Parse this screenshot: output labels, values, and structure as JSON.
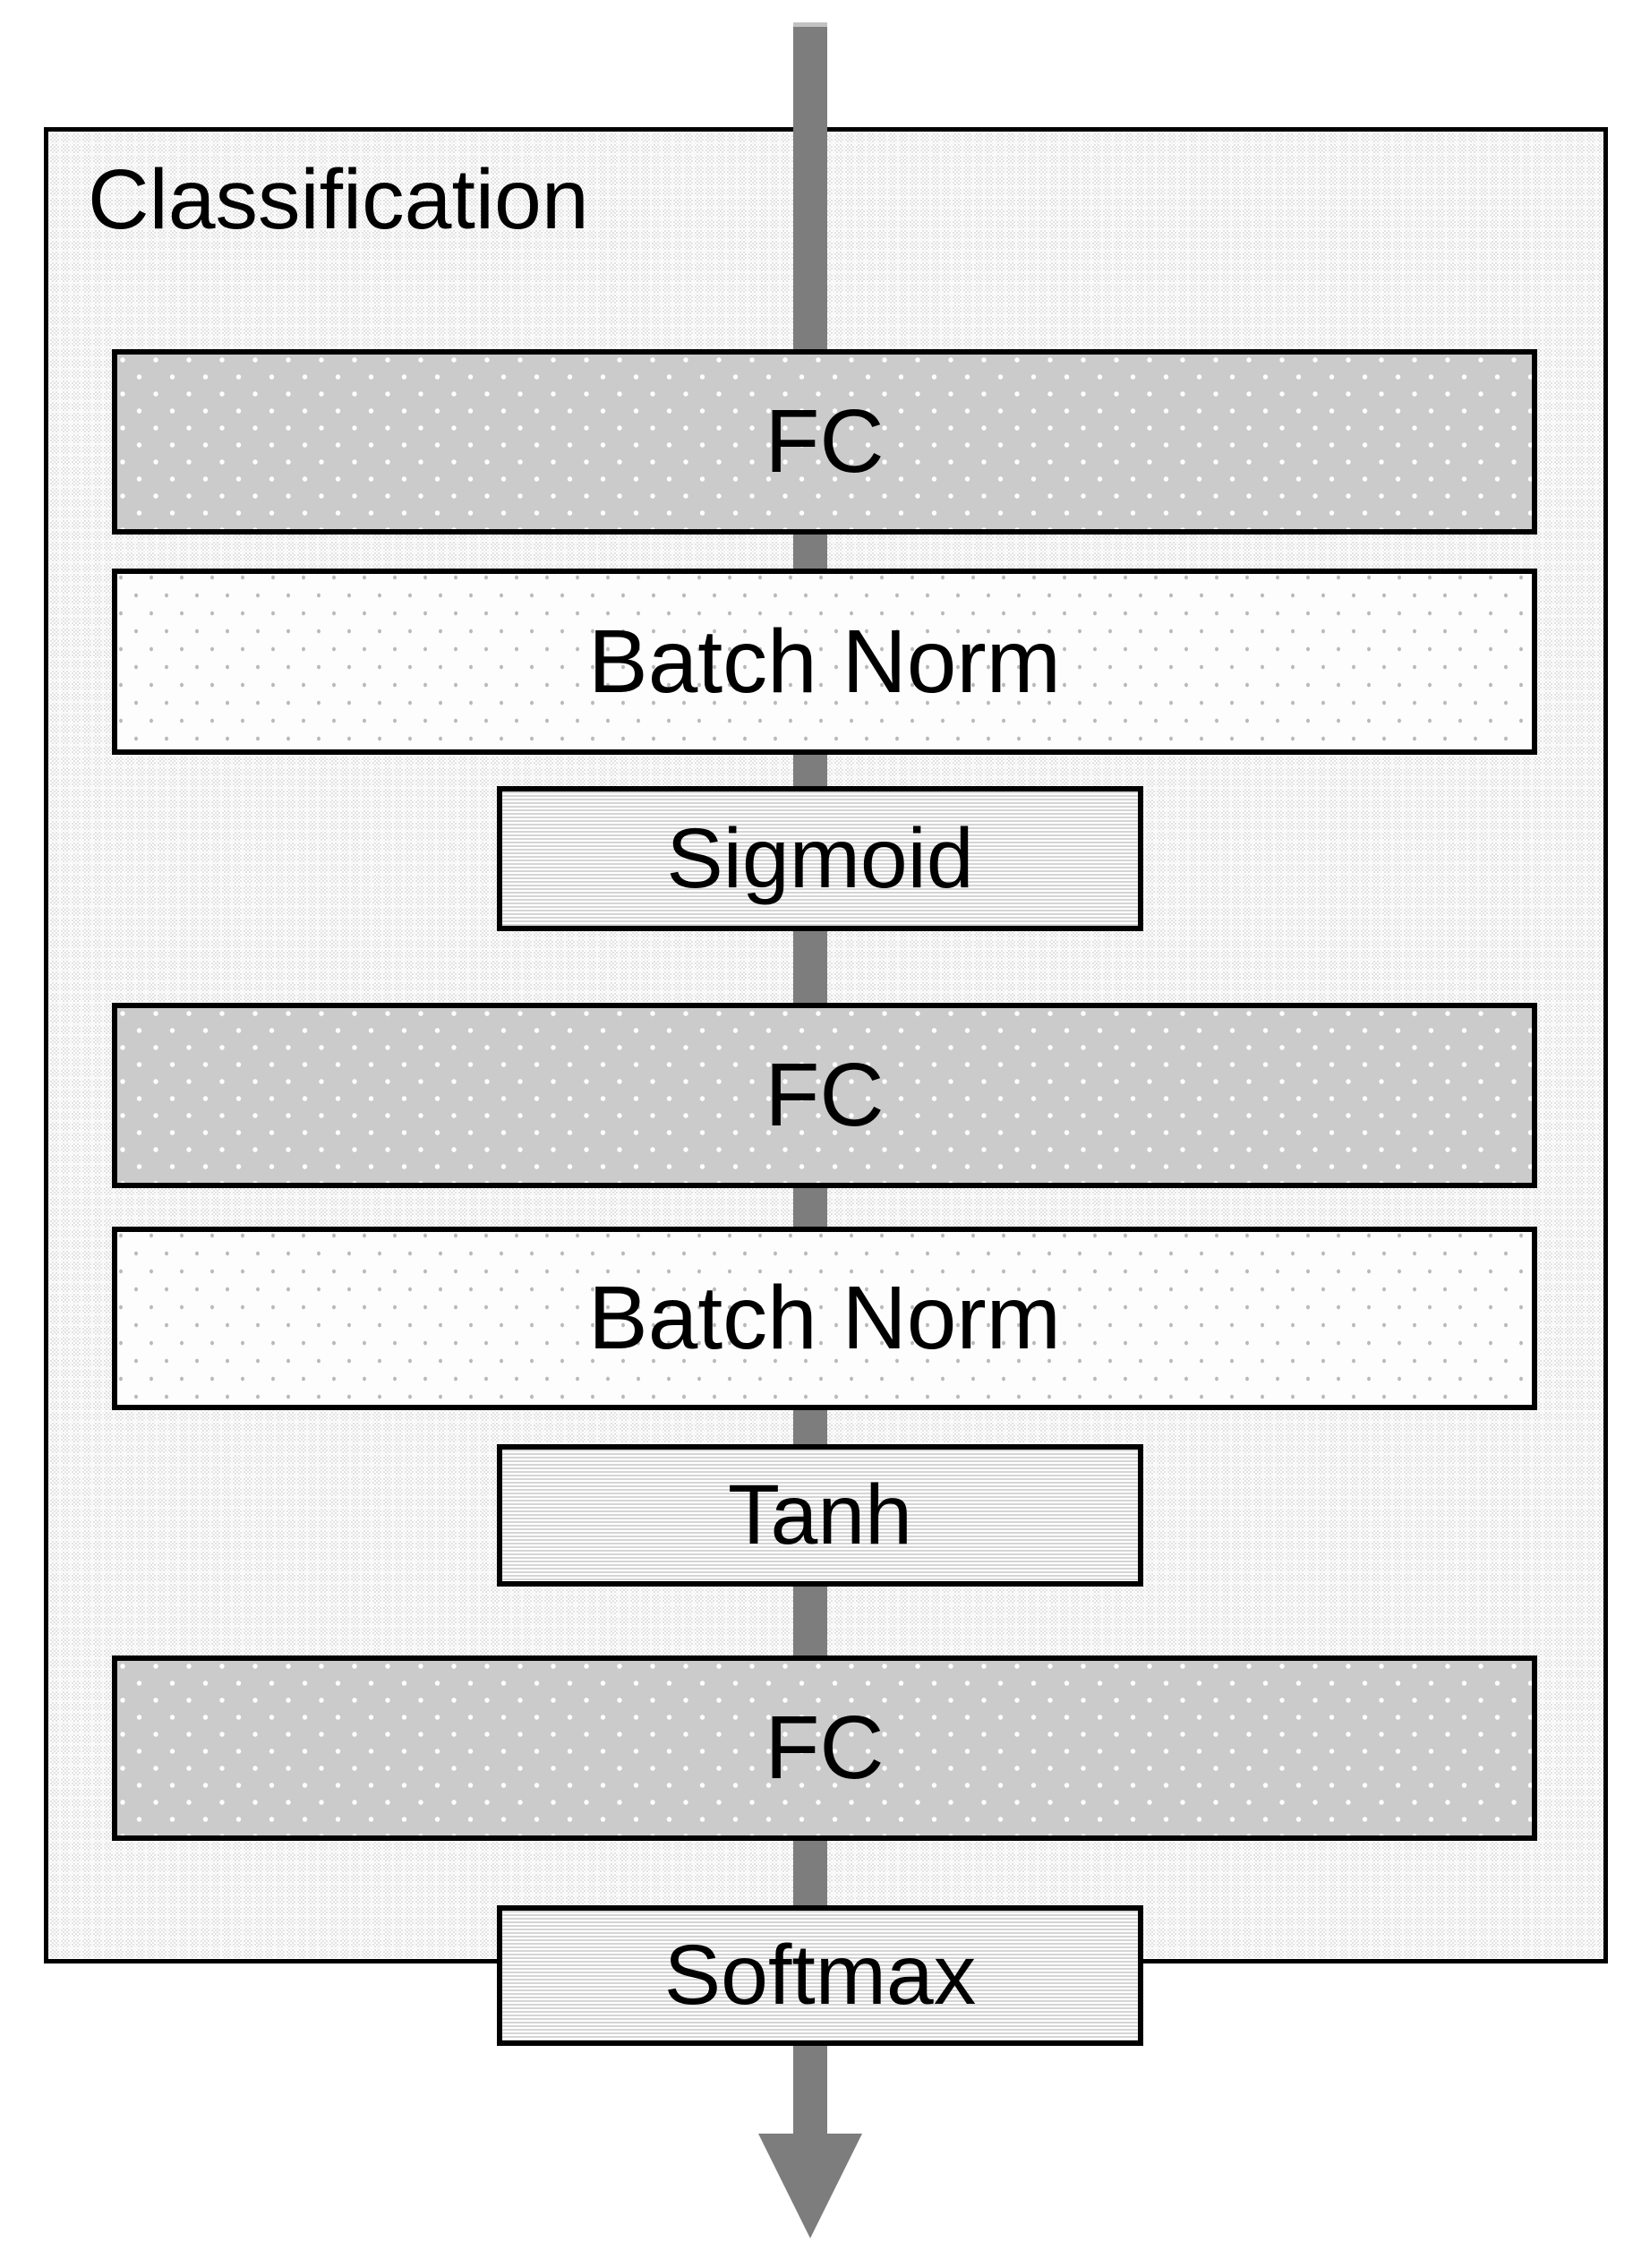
{
  "diagram": {
    "title": "Classification",
    "flow": {
      "direction": "top-to-bottom",
      "arrow_color": "#7d7d7d"
    },
    "layers": [
      {
        "label": "FC",
        "type": "fully-connected",
        "width": "wide"
      },
      {
        "label": "Batch Norm",
        "type": "batch-norm",
        "width": "wide"
      },
      {
        "label": "Sigmoid",
        "type": "activation",
        "width": "narrow"
      },
      {
        "label": "FC",
        "type": "fully-connected",
        "width": "wide"
      },
      {
        "label": "Batch Norm",
        "type": "batch-norm",
        "width": "wide"
      },
      {
        "label": "Tanh",
        "type": "activation",
        "width": "narrow"
      },
      {
        "label": "FC",
        "type": "fully-connected",
        "width": "wide"
      },
      {
        "label": "Softmax",
        "type": "activation",
        "width": "narrow"
      }
    ],
    "colors": {
      "border": "#000000",
      "arrow": "#7d7d7d",
      "fc_fill": "#cbcbcb",
      "batch_norm_fill": "#fdfdfd",
      "activation_stripe": "#d5d5d5",
      "container_texture": "#e2e2e2",
      "text": "#000000"
    }
  }
}
